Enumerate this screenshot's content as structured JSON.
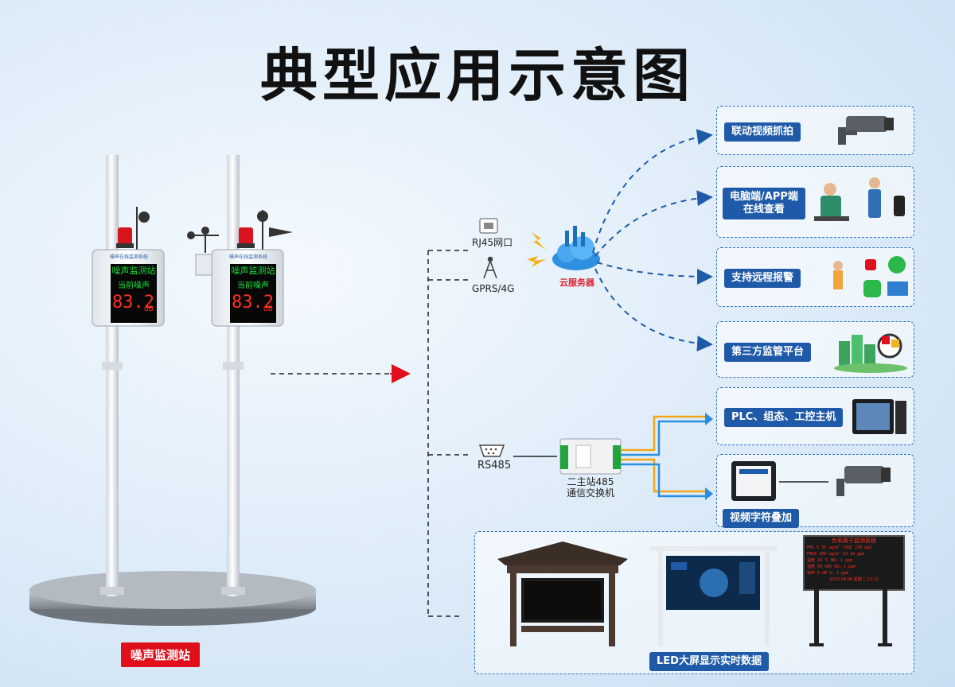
{
  "title": "典型应用示意图",
  "station": {
    "label": "噪声监测站",
    "screen_header": "噪声在线监测系统",
    "screen_title": "噪声监测站",
    "screen_sub": "当前噪声",
    "screen_value": "83.2",
    "screen_unit": "dB"
  },
  "interfaces": {
    "rj45": "RJ45网口",
    "gprs": "GPRS/4G",
    "rs485": "RS485",
    "cloud": "云服务器",
    "switch": "二主站485\n通信交换机"
  },
  "outputs": [
    {
      "label": "联动视频抓拍"
    },
    {
      "label": "电脑端/APP端\n在线查看"
    },
    {
      "label": "支持远程报警"
    },
    {
      "label": "第三方监管平台"
    },
    {
      "label": "PLC、组态、工控主机"
    },
    {
      "label": "视频字符叠加"
    },
    {
      "label": "LED大屏显示实时数据"
    }
  ],
  "led_board": {
    "header": "负氧离子监测系统",
    "rows": [
      "PM2.5 35 ug/m³  TVOC 230 ppb",
      "PM10 100 ug/m³  CO 10 ppm",
      "温度 23 ℃  NO₂ 1 ppm",
      "湿度 60 %RH  SO₂ 1 ppm",
      "噪声 5 dB  O₃ 1 ppm"
    ],
    "footer": "2023-04-06 星期二 11:12"
  },
  "colors": {
    "accent_blue": "#1f5aa8",
    "line_blue": "#2c6fc2",
    "station_red": "#e10f1c",
    "led_red": "#ff3020"
  }
}
